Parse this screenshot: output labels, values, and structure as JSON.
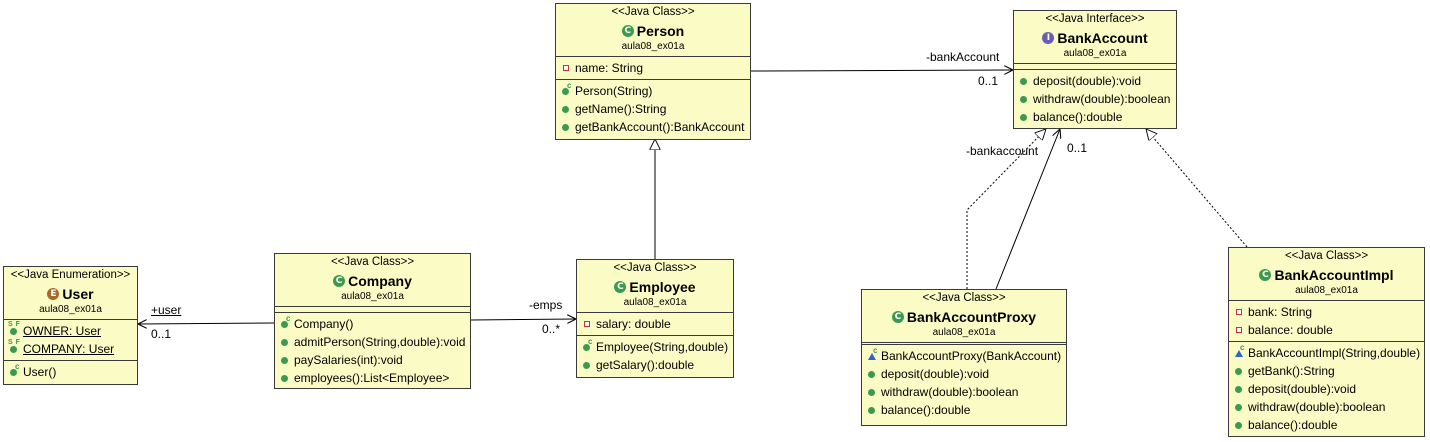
{
  "classes": {
    "person": {
      "stereotype": "<<Java Class>>",
      "name": "Person",
      "package": "aula08_ex01a",
      "attributes": [
        "name: String"
      ],
      "methods": [
        "Person(String)",
        "getName():String",
        "getBankAccount():BankAccount"
      ]
    },
    "bank_account": {
      "stereotype": "<<Java Interface>>",
      "name": "BankAccount",
      "package": "aula08_ex01a",
      "methods": [
        "deposit(double):void",
        "withdraw(double):boolean",
        "balance():double"
      ]
    },
    "user": {
      "stereotype": "<<Java Enumeration>>",
      "name": "User",
      "package": "aula08_ex01a",
      "attributes": [
        "OWNER: User",
        "COMPANY: User"
      ],
      "methods": [
        "User()"
      ]
    },
    "company": {
      "stereotype": "<<Java Class>>",
      "name": "Company",
      "package": "aula08_ex01a",
      "methods": [
        "Company()",
        "admitPerson(String,double):void",
        "paySalaries(int):void",
        "employees():List<Employee>"
      ]
    },
    "employee": {
      "stereotype": "<<Java Class>>",
      "name": "Employee",
      "package": "aula08_ex01a",
      "attributes": [
        "salary: double"
      ],
      "methods": [
        "Employee(String,double)",
        "getSalary():double"
      ]
    },
    "bank_account_proxy": {
      "stereotype": "<<Java Class>>",
      "name": "BankAccountProxy",
      "package": "aula08_ex01a",
      "methods": [
        "BankAccountProxy(BankAccount)",
        "deposit(double):void",
        "withdraw(double):boolean",
        "balance():double"
      ]
    },
    "bank_account_impl": {
      "stereotype": "<<Java Class>>",
      "name": "BankAccountImpl",
      "package": "aula08_ex01a",
      "attributes": [
        "bank: String",
        "balance: double"
      ],
      "methods": [
        "BankAccountImpl(String,double)",
        "getBank():String",
        "deposit(double):void",
        "withdraw(double):boolean",
        "balance():double"
      ]
    }
  },
  "relations": {
    "person_bank_role": "-bankAccount",
    "person_bank_mult": "0..1",
    "company_user_role": "+user",
    "company_user_mult": "0..1",
    "company_emps_role": "-emps",
    "company_emps_mult": "0..*",
    "proxy_bank_role": "-bankaccount",
    "proxy_bank_mult": "0..1"
  }
}
